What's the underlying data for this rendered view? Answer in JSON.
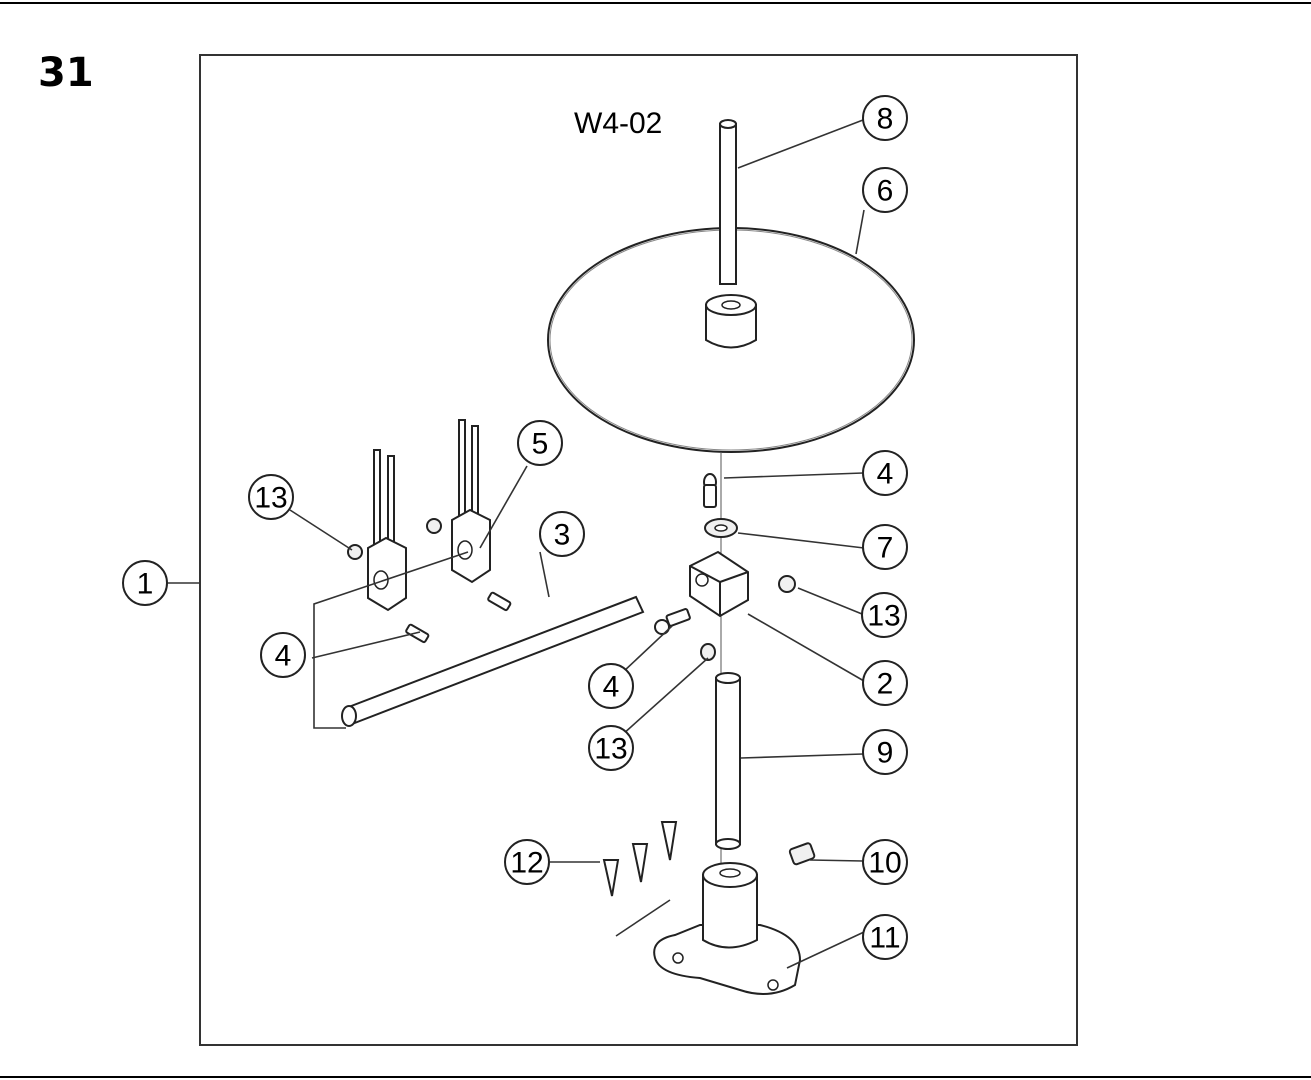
{
  "figure_number": "31",
  "diagram": {
    "model_code": "W4-02",
    "callouts": {
      "c1": "1",
      "c2": "2",
      "c3": "3",
      "c4a": "4",
      "c4b": "4",
      "c4c": "4",
      "c5": "5",
      "c6": "6",
      "c7": "7",
      "c8": "8",
      "c9": "9",
      "c10": "10",
      "c11": "11",
      "c12": "12",
      "c13a": "13",
      "c13b": "13",
      "c13c": "13"
    }
  }
}
